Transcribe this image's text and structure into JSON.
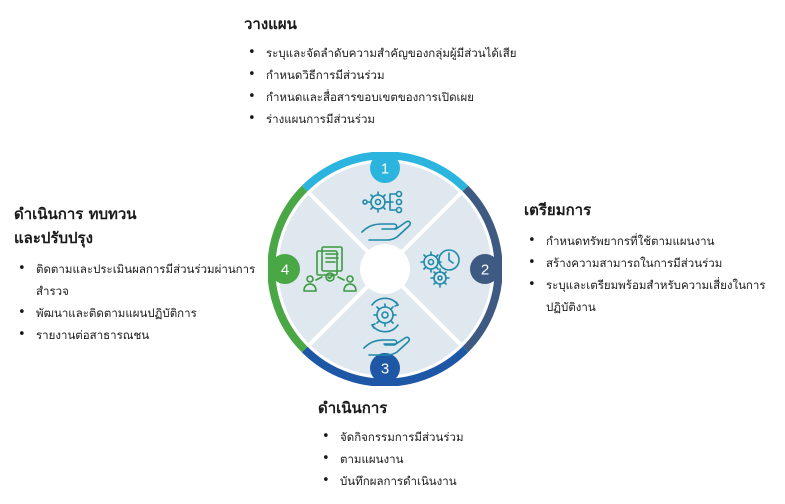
{
  "stages": [
    {
      "number": "1",
      "title": "วางแผน",
      "items": [
        "ระบุและจัดลำดับความสำคัญของกลุ่มผู้มีส่วนได้เสีย",
        "กำหนดวิธีการมีส่วนร่วม",
        "กำหนดและสื่อสารขอบเขตของการเปิดเผย",
        "ร่างแผนการมีส่วนร่วม"
      ]
    },
    {
      "number": "2",
      "title": "เตรียมการ",
      "items": [
        "กำหนดทรัพยากรที่ใช้ตามแผนงาน",
        "สร้างความสามารถในการมีส่วนร่วม",
        "ระบุและเตรียมพร้อมสำหรับความเสี่ยงในการปฏิบัติงาน"
      ]
    },
    {
      "number": "3",
      "title": "ดำเนินการ",
      "items": [
        "จัดกิจกรรมการมีส่วนร่วม",
        "ตามแผนงาน",
        "บันทึกผลการดำเนินงาน"
      ]
    },
    {
      "number": "4",
      "title_line1": "ดำเนินการ ทบทวน",
      "title_line2": "และปรับปรุง",
      "items": [
        "ติดตามและประเมินผลการมีส่วนร่วมผ่านการสำรวจ",
        "พัฒนาและติดตามแผนปฏิบัติการ",
        "รายงานต่อสาธารณชน"
      ]
    }
  ],
  "colors": {
    "stage1": "#2bb5de",
    "stage2": "#3f5a82",
    "stage3": "#1d57a6",
    "stage4": "#4aa745",
    "sector_fill": "#dfe7ef",
    "icon_teal": "#1f8aa8",
    "icon_green": "#3a9a3e"
  },
  "icons": [
    "hand-network-icon",
    "gears-clock-icon",
    "hand-gear-icon",
    "documents-people-icon"
  ]
}
